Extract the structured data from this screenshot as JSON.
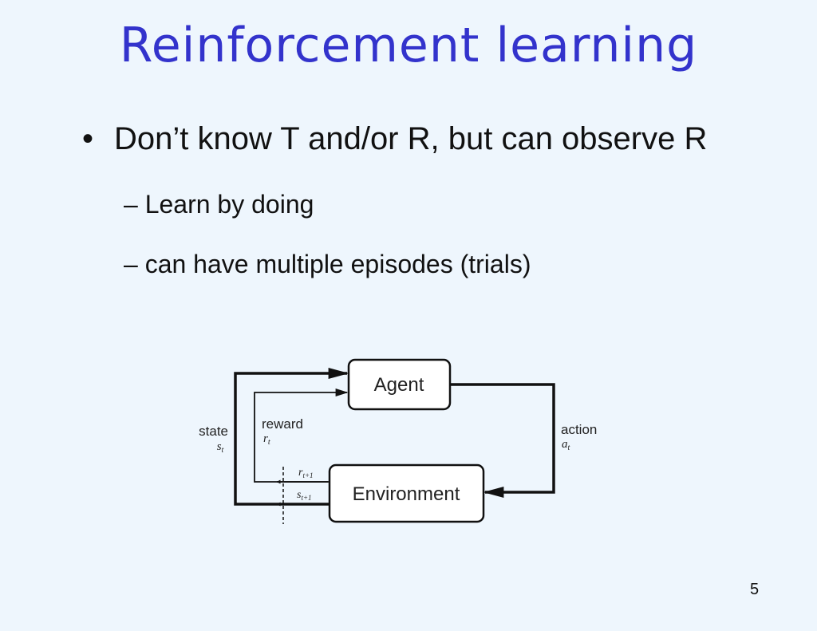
{
  "title": "Reinforcement learning",
  "bullet": {
    "marker": "•",
    "text": "Don’t know T and/or R, but can observe R",
    "sub_items": [
      "– Learn by doing",
      "– can have multiple episodes (trials)"
    ]
  },
  "diagram": {
    "agent_label": "Agent",
    "environment_label": "Environment",
    "state_label": "state",
    "state_symbol": "s",
    "state_symbol_sub": "t",
    "reward_label": "reward",
    "reward_symbol": "r",
    "reward_symbol_sub": "t",
    "action_label": "action",
    "action_symbol": "a",
    "action_symbol_sub": "t",
    "next_reward_symbol": "r",
    "next_reward_sub": "t+1",
    "next_state_symbol": "s",
    "next_state_sub": "t+1"
  },
  "slide_number": "5"
}
